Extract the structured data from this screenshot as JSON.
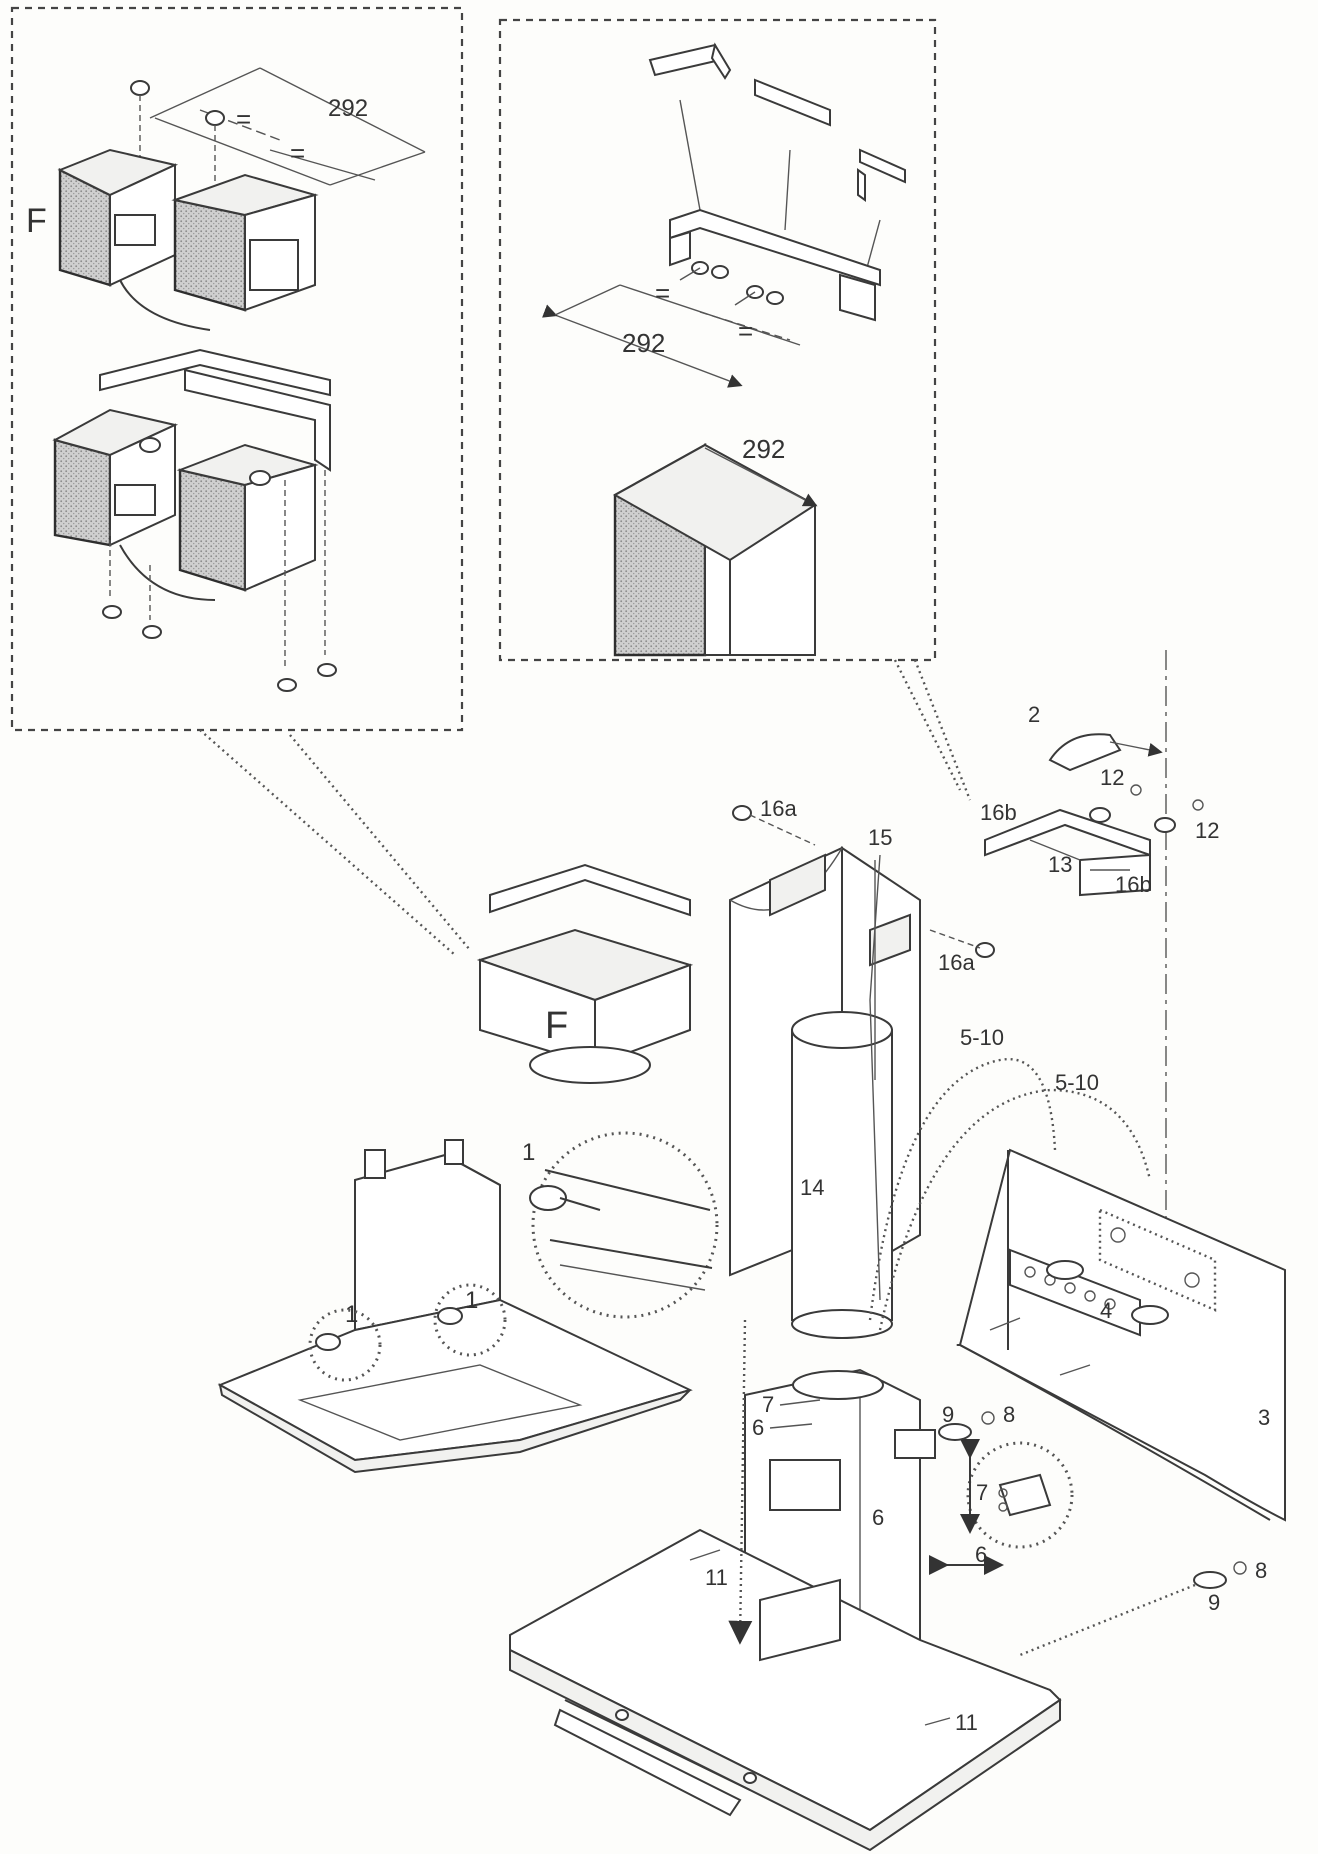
{
  "labels": {
    "dim_292_top_left": "292",
    "dim_292_top_right": "292",
    "dim_292_chimney": "292",
    "equal_1": "=",
    "equal_2": "=",
    "equal_3": "=",
    "equal_4": "=",
    "filter_letter_left": "F",
    "filter_letter_center": "F",
    "p1_zoom": "1",
    "p1_left": "1",
    "p1_right": "1",
    "p2": "2",
    "p3": "3",
    "p4": "4",
    "p5_10_a": "5-10",
    "p5_10_b": "5-10",
    "p6_a": "6",
    "p6_b": "6",
    "p6_c": "6",
    "p7_a": "7",
    "p7_b": "7",
    "p8_a": "8",
    "p8_b": "8",
    "p9_a": "9",
    "p9_b": "9",
    "p11_a": "11",
    "p11_b": "11",
    "p12_a": "12",
    "p12_b": "12",
    "p13": "13",
    "p14": "14",
    "p15": "15",
    "p16a_top": "16a",
    "p16a_right": "16a",
    "p16b_left": "16b",
    "p16b_right": "16b"
  }
}
